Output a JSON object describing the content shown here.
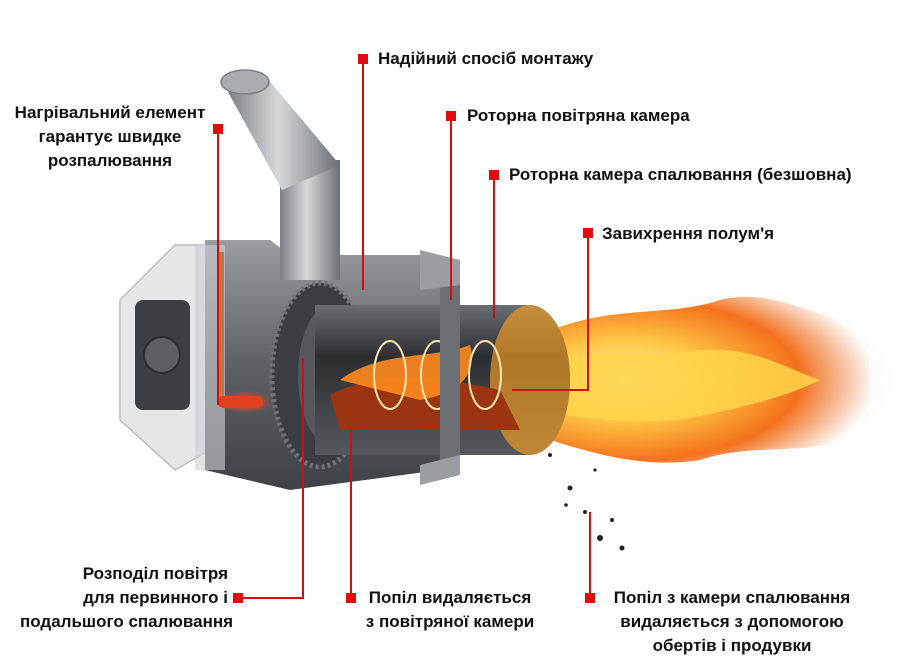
{
  "colors": {
    "callout_line": "#d40d0d",
    "marker": "#e00b0b",
    "text": "#111111",
    "metal_dark": "#4a4d52",
    "metal_mid": "#8a8e93",
    "metal_light": "#c9ccd0",
    "flame_core": "#ffd34a",
    "flame_outer": "#f36a12"
  },
  "labels": {
    "mounting": [
      "Надійний спосіб монтажу"
    ],
    "heating_element": [
      "Нагрівальний елемент",
      "гарантує швидке",
      "розпалювання"
    ],
    "rotary_air_chamber": [
      "Роторна повітряна камера"
    ],
    "rotary_combustion_chamber": [
      "Роторна камера спалювання (безшовна)"
    ],
    "flame_swirl": [
      "Завихрення полум'я"
    ],
    "air_distribution": [
      "Розподіл повітря",
      "для первинного і",
      "подальшого спалювання"
    ],
    "ash_air_chamber": [
      "Попіл видаляється",
      "з повітряної камери"
    ],
    "ash_combustion_chamber": [
      "Попіл з камери спалювання",
      "видаляється з допомогою",
      "обертів і продувки"
    ]
  },
  "icons": {
    "burner": "pellet-burner-illustration",
    "flame": "flame-illustration"
  }
}
